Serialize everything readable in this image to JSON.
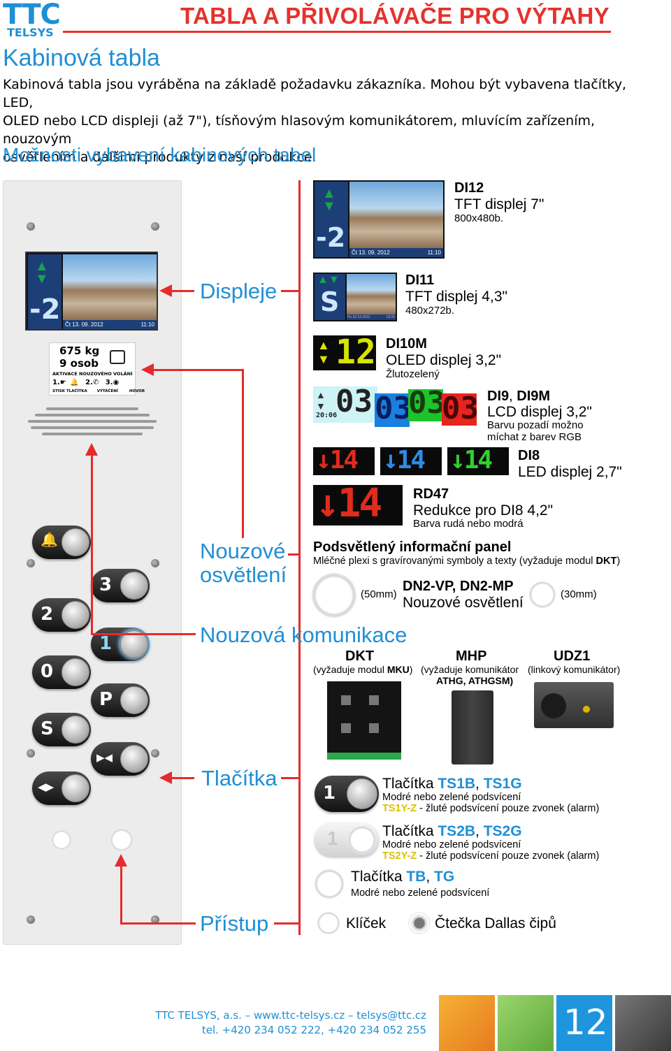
{
  "header": {
    "logo_top": "TTC",
    "logo_bottom": "TELSYS",
    "title": "TABLA A PŘIVOLÁVAČE PRO VÝTAHY"
  },
  "section": {
    "title": "Kabinová tabla",
    "intro_1": "Kabinová tabla jsou vyráběna na základě požadavku zákazníka. Mohou být vybavena tlačítky, LED,",
    "intro_2": "OLED nebo LCD displeji (až 7\"), tísňovým hlasovým komunikátorem, mluvícím zařízením, nouzovým",
    "intro_3": "osvětlením a dalšími produkty z naší produkce.",
    "subtitle": "Možnosti vybavení kabinových tabel"
  },
  "panel": {
    "screen_floor": "-2",
    "screen_date": "Čt  13. 09. 2012",
    "screen_time": "11:10",
    "load": "675 kg",
    "persons": "9 osob",
    "label_activation": "AKTIVACE NOUZOVÉHO VOLÁNÍ",
    "label_step1": "1.",
    "label_step2": "2.",
    "label_step3": "3.",
    "label_press": "STISK TLAČÍTKA",
    "label_dial": "VYTÁČENÍ",
    "label_talk": "HOVOR",
    "buttons": [
      {
        "sym": "🔔",
        "name": "alarm"
      },
      {
        "sym": "3",
        "name": "floor-3"
      },
      {
        "sym": "2",
        "name": "floor-2"
      },
      {
        "sym": "1",
        "name": "floor-1"
      },
      {
        "sym": "0",
        "name": "floor-0"
      },
      {
        "sym": "P",
        "name": "floor-p"
      },
      {
        "sym": "S",
        "name": "floor-s"
      },
      {
        "sym": "▶◀",
        "name": "door-close"
      },
      {
        "sym": "◀▶",
        "name": "door-open"
      }
    ]
  },
  "categories": {
    "displays": "Displeje",
    "emergency_light_1": "Nouzové",
    "emergency_light_2": "osvětlení",
    "emergency_comm": "Nouzová komunikace",
    "buttons": "Tlačítka",
    "access": "Přístup"
  },
  "products": {
    "di12": {
      "name": "DI12",
      "desc": "TFT displej 7\"",
      "res": "800x480b.",
      "floor": "-2",
      "date": "Čt  13. 09. 2012",
      "time": "11:10"
    },
    "di11": {
      "name": "DI11",
      "desc": "TFT displej 4,3\"",
      "res": "480x272b.",
      "floor": "S",
      "date": "Po 10.12.2012",
      "time": "13:25"
    },
    "di10m": {
      "name": "DI10M",
      "desc": "OLED displej 3,2\"",
      "note": "Žlutozelený",
      "floor": "12"
    },
    "di9": {
      "name_a": "DI9",
      "sep": ", ",
      "name_b": "DI9M",
      "desc": "LCD displej 3,2\"",
      "note_1": "Barvu pozadí možno",
      "note_2": "míchat z barev RGB",
      "floor": "03",
      "time": "20:06"
    },
    "di8": {
      "name": "DI8",
      "desc": "LED displej 2,7\"",
      "floor": "14"
    },
    "rd47": {
      "name": "RD47",
      "desc": "Redukce pro DI8 4,2\"",
      "note": "Barva rudá nebo modrá",
      "floor": "14"
    },
    "info_panel": {
      "title": "Podsvětlený informační panel",
      "desc_pre": "Mléčné plexi s gravírovanými symboly a texty (vyžaduje modul ",
      "desc_bold": "DKT",
      "desc_post": ")"
    },
    "dn2": {
      "size_large": "(50mm)",
      "name": "DN2-VP, DN2-MP",
      "desc": "Nouzové osvětlení",
      "size_small": "(30mm)"
    },
    "dkt": {
      "name": "DKT",
      "note_pre": "(vyžaduje modul ",
      "note_bold": "MKU",
      "note_post": ")"
    },
    "mhp": {
      "name": "MHP",
      "note_1": "(vyžaduje komunikátor",
      "note_2": "ATHG, ATHGSM)"
    },
    "udz1": {
      "name": "UDZ1",
      "note": "(linkový komunikátor)"
    },
    "ts1": {
      "pre": "Tlačítka ",
      "a": "TS1B",
      "sep": ", ",
      "b": "TS1G",
      "desc": "Modré nebo zelené podsvícení",
      "alt_code": "TS1Y-Z",
      "alt_desc": " - žluté podsvícení pouze zvonek (alarm)",
      "sym": "1"
    },
    "ts2": {
      "pre": "Tlačítka ",
      "a": "TS2B",
      "sep": ", ",
      "b": "TS2G",
      "desc": "Modré nebo zelené podsvícení",
      "alt_code": "TS2Y-Z",
      "alt_desc": " - žluté podsvícení pouze zvonek (alarm)",
      "sym": "1"
    },
    "tb": {
      "pre": "Tlačítka ",
      "a": "TB",
      "sep": ", ",
      "b": "TG",
      "desc": "Modré nebo zelené podsvícení"
    },
    "key": {
      "name": "Klíček"
    },
    "dallas": {
      "name": "Čtečka Dallas čipů"
    }
  },
  "footer": {
    "line1": "TTC TELSYS, a.s. – www.ttc-telsys.cz – telsys@ttc.cz",
    "line2": "tel. +420 234 052 222, +420 234 052 255",
    "page": "12"
  },
  "colors": {
    "brand_blue": "#1f8fd6",
    "header_red": "#e5322d",
    "arrow_red": "#e52b2b",
    "code_blue": "#1f8fd6",
    "code_yellow": "#d8c200"
  }
}
